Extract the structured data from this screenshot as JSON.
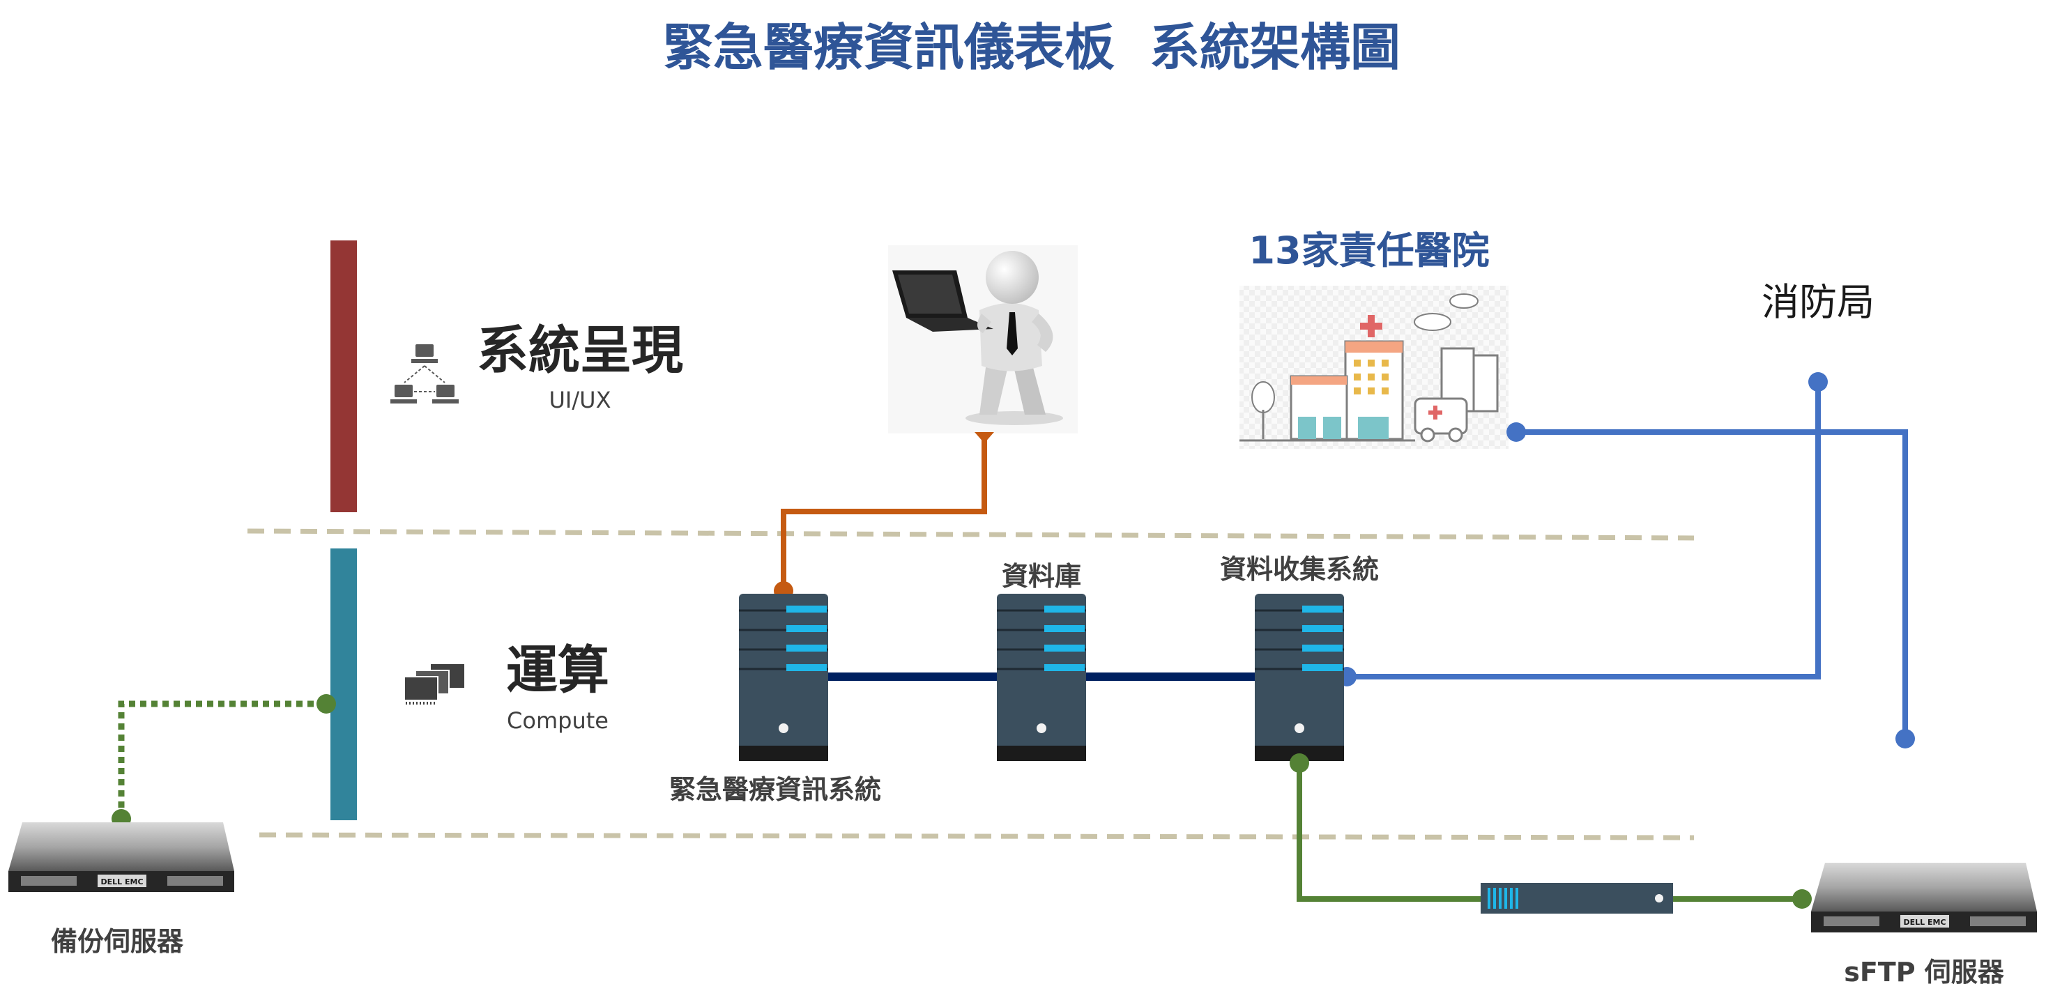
{
  "title": "緊急醫療資訊儀表板  系統架構圖",
  "layers": {
    "presentation": {
      "label": "系統呈現",
      "sublabel": "UI/UX",
      "icon": "network-computers-icon",
      "color": "#943634"
    },
    "compute": {
      "label": "運算",
      "sublabel": "Compute",
      "icon": "processor-chips-icon",
      "color": "#31849B"
    }
  },
  "nodes": {
    "user": {
      "icon": "user-with-laptop-icon"
    },
    "hospitals": {
      "label": "13家責任醫院",
      "icon": "hospital-ambulance-icon"
    },
    "fire_dept": {
      "label": "消防局"
    },
    "emis": {
      "label": "緊急醫療資訊系統",
      "icon": "server-tower-icon"
    },
    "database": {
      "label": "資料庫",
      "icon": "server-tower-icon"
    },
    "collector": {
      "label": "資料收集系統",
      "icon": "server-tower-icon"
    },
    "backup": {
      "label": "備份伺服器",
      "icon": "rack-server-icon",
      "brand": "DELL EMC"
    },
    "sftp": {
      "label": "sFTP 伺服器",
      "icon": "rack-server-icon",
      "brand": "DELL EMC"
    },
    "firewall": {
      "icon": "network-appliance-icon"
    }
  },
  "colors": {
    "title": "#2F5597",
    "hospital_label": "#2F5597",
    "node_label": "#404040",
    "orange_link": "#C55A11",
    "blue_link": "#4472C4",
    "navy_link": "#002060",
    "green_link": "#548235",
    "divider": "#C9C3A8",
    "server_body": "#3B4F5E",
    "server_stripe": "#1FB6E8"
  }
}
